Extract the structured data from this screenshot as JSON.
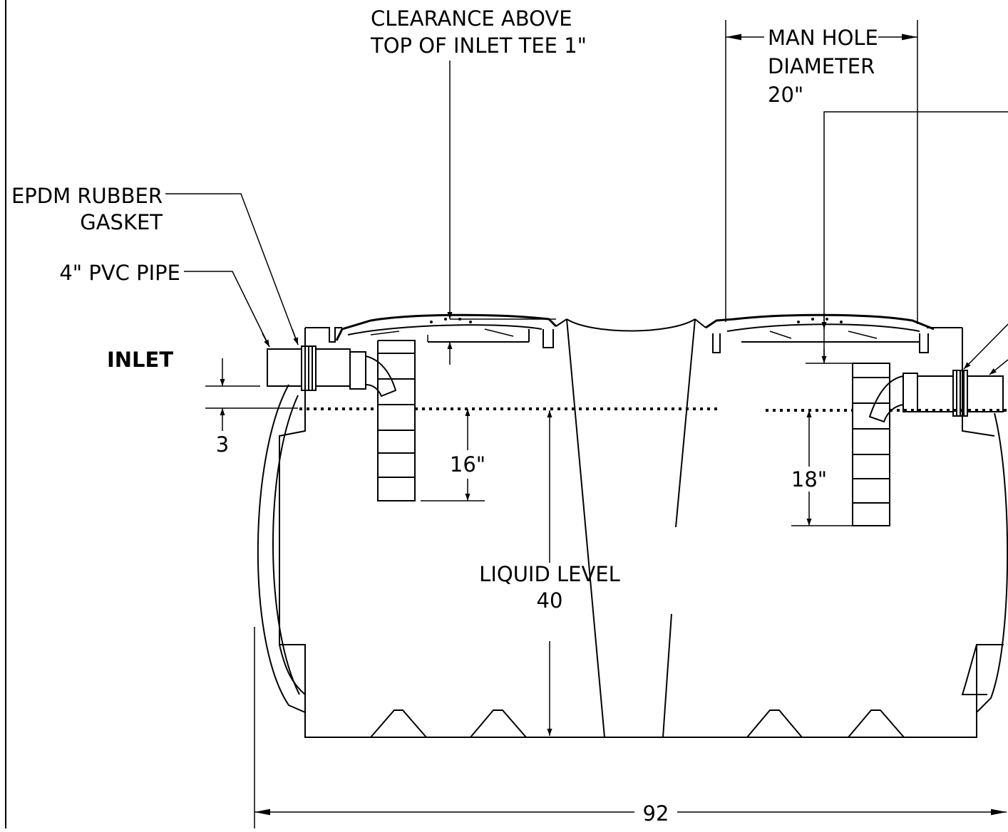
{
  "labels": {
    "clearance_line1": "CLEARANCE ABOVE",
    "clearance_line2": "TOP OF INLET TEE 1\"",
    "manhole_line1": "MAN HOLE",
    "manhole_line2": "DIAMETER",
    "manhole_line3": "20\"",
    "gasket_line1": "EPDM RUBBER",
    "gasket_line2": "GASKET",
    "pipe": "4\" PVC PIPE",
    "inlet": "INLET",
    "dim_3": "3",
    "dim_16": "16\"",
    "dim_18": "18\"",
    "liquid_line1": "LIQUID LEVEL",
    "liquid_line2": "40",
    "width": "92"
  }
}
